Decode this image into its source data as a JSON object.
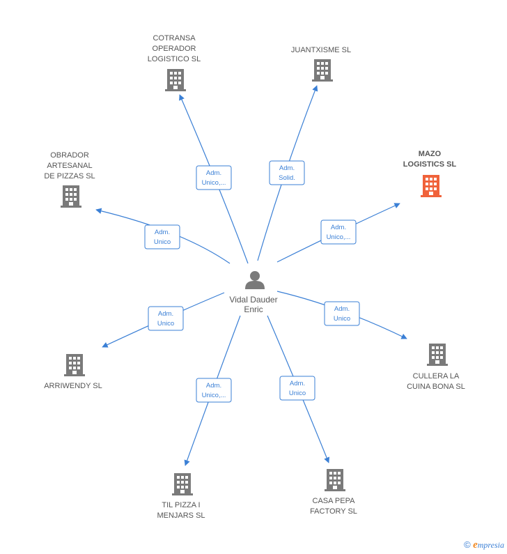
{
  "person": {
    "name_line1": "Vidal Dauder",
    "name_line2": "Enric"
  },
  "companies": [
    {
      "id": "cotransa",
      "lines": [
        "COTRANSA",
        "OPERADOR",
        "LOGISTICO  SL"
      ],
      "highlight": false
    },
    {
      "id": "juantxisme",
      "lines": [
        "JUANTXISME SL"
      ],
      "highlight": false
    },
    {
      "id": "obrador",
      "lines": [
        "OBRADOR",
        "ARTESANAL",
        "DE PIZZAS  SL"
      ],
      "highlight": false
    },
    {
      "id": "mazo",
      "lines": [
        "MAZO",
        "LOGISTICS  SL"
      ],
      "highlight": true
    },
    {
      "id": "arriwendy",
      "lines": [
        "ARRIWENDY SL"
      ],
      "highlight": false
    },
    {
      "id": "cullera",
      "lines": [
        "CULLERA LA",
        "CUINA BONA  SL"
      ],
      "highlight": false
    },
    {
      "id": "tilpizza",
      "lines": [
        "TIL PIZZA I",
        "MENJARS  SL"
      ],
      "highlight": false
    },
    {
      "id": "casapepa",
      "lines": [
        "CASA PEPA",
        "FACTORY  SL"
      ],
      "highlight": false
    }
  ],
  "roles": [
    {
      "target": "cotransa",
      "lines": [
        "Adm.",
        "Unico,..."
      ]
    },
    {
      "target": "juantxisme",
      "lines": [
        "Adm.",
        "Solid."
      ]
    },
    {
      "target": "obrador",
      "lines": [
        "Adm.",
        "Unico"
      ]
    },
    {
      "target": "mazo",
      "lines": [
        "Adm.",
        "Unico,..."
      ]
    },
    {
      "target": "arriwendy",
      "lines": [
        "Adm.",
        "Unico"
      ]
    },
    {
      "target": "cullera",
      "lines": [
        "Adm.",
        "Unico"
      ]
    },
    {
      "target": "tilpizza",
      "lines": [
        "Adm.",
        "Unico,..."
      ]
    },
    {
      "target": "casapepa",
      "lines": [
        "Adm.",
        "Unico"
      ]
    }
  ],
  "colors": {
    "edge": "#3a7fd5",
    "building": "#7a7a7a",
    "building_highlight": "#f0623a",
    "person": "#7a7a7a"
  },
  "footer": {
    "copyright": "©",
    "brand_initial": "e",
    "brand_rest": "mpresia"
  }
}
